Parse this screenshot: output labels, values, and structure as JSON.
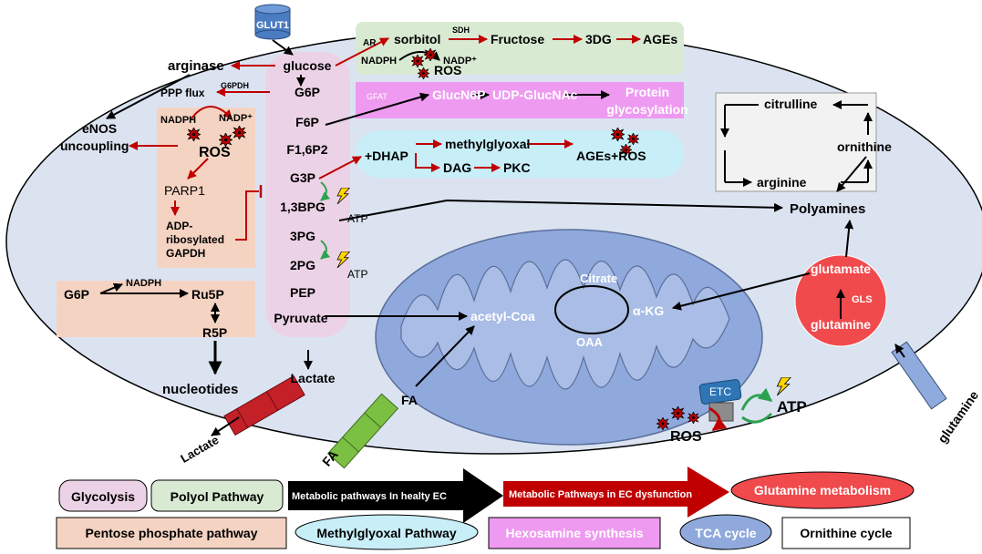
{
  "glut1": "GLUT1",
  "glycolysis": {
    "glucose": "glucose",
    "g6p": "G6P",
    "f6p": "F6P",
    "f16p2": "F1,6P2",
    "g3p": "G3P",
    "bpg13": "1,3BPG",
    "pg3": "3PG",
    "pg2": "2PG",
    "pep": "PEP",
    "pyruvate": "Pyruvate",
    "lactate": "Lactate",
    "atp1": "ATP",
    "atp2": "ATP"
  },
  "polyol": {
    "ar": "AR",
    "sorbitol": "sorbitol",
    "sdh": "SDH",
    "fructose": "Fructose",
    "dg3": "3DG",
    "ages": "AGEs",
    "nadph": "NADPH",
    "nadp": "NADP⁺",
    "ros": "ROS"
  },
  "hexosamine": {
    "gfat": "GFAT",
    "glucn6p": "GlucN6P",
    "udp": "UDP-GlucNAc",
    "protein1": "Protein",
    "protein2": "glycosylation"
  },
  "methylglyoxal": {
    "dhap": "+DHAP",
    "mg": "methylglyoxal",
    "agesros": "AGEs+ROS",
    "dag": "DAG",
    "pkc": "PKC"
  },
  "ppp": {
    "arginase": "arginase",
    "ppp_flux": "PPP flux",
    "g6pdh": "G6PDH",
    "nadph": "NADPH",
    "nadp": "NADP⁺",
    "ros": "ROS",
    "enos1": "eNOS",
    "enos2": "uncoupling",
    "parp1": "PARP1",
    "adp1": "ADP-",
    "adp2": "ribosylated",
    "adp3": "GAPDH"
  },
  "ppp2": {
    "g6p": "G6P",
    "nadph": "NADPH",
    "ru5p": "Ru5P",
    "r5p": "R5P",
    "nucleotides": "nucleotides"
  },
  "ornithine_cycle": {
    "citrulline": "citrulline",
    "ornithine": "ornithine",
    "arginine": "arginine",
    "polyamines": "Polyamines"
  },
  "glutamine": {
    "glutamate": "glutamate",
    "gls": "GLS",
    "glutamine_inner": "glutamine",
    "glutamine_outer": "glutamine"
  },
  "mito": {
    "citrate": "Citrate",
    "acetyl": "acetyl-Coa",
    "akg": "α-KG",
    "oaa": "OAA",
    "etc": "ETC",
    "atp": "ATP",
    "ros": "ROS",
    "fa_in": "FA",
    "fa_out": "FA",
    "lactate_out": "Lactate"
  },
  "legend": {
    "glycolysis": "Glycolysis",
    "polyol": "Polyol Pathway",
    "healthy": "Metabolic pathways In healty EC",
    "dysfunction": "Metabolic Pathways in EC dysfunction",
    "glutamine": "Glutamine metabolism",
    "ppp": "Pentose phosphate pathway",
    "methylglyoxal": "Methylglyoxal Pathway",
    "hexosamine": "Hexosamine synthesis",
    "tca": "TCA cycle",
    "ornithine": "Ornithine cycle"
  },
  "colors": {
    "cell": "#dbe3f1",
    "red": "#c00000",
    "glycolysis": "#ecd2e6",
    "polyol": "#d9ead3",
    "ppp": "#f5d3c2",
    "hexosamine": "#ee9af0",
    "methylglyoxal": "#c8eef8",
    "mito": "#8fa9dc",
    "glutamine": "#f04a4d"
  }
}
